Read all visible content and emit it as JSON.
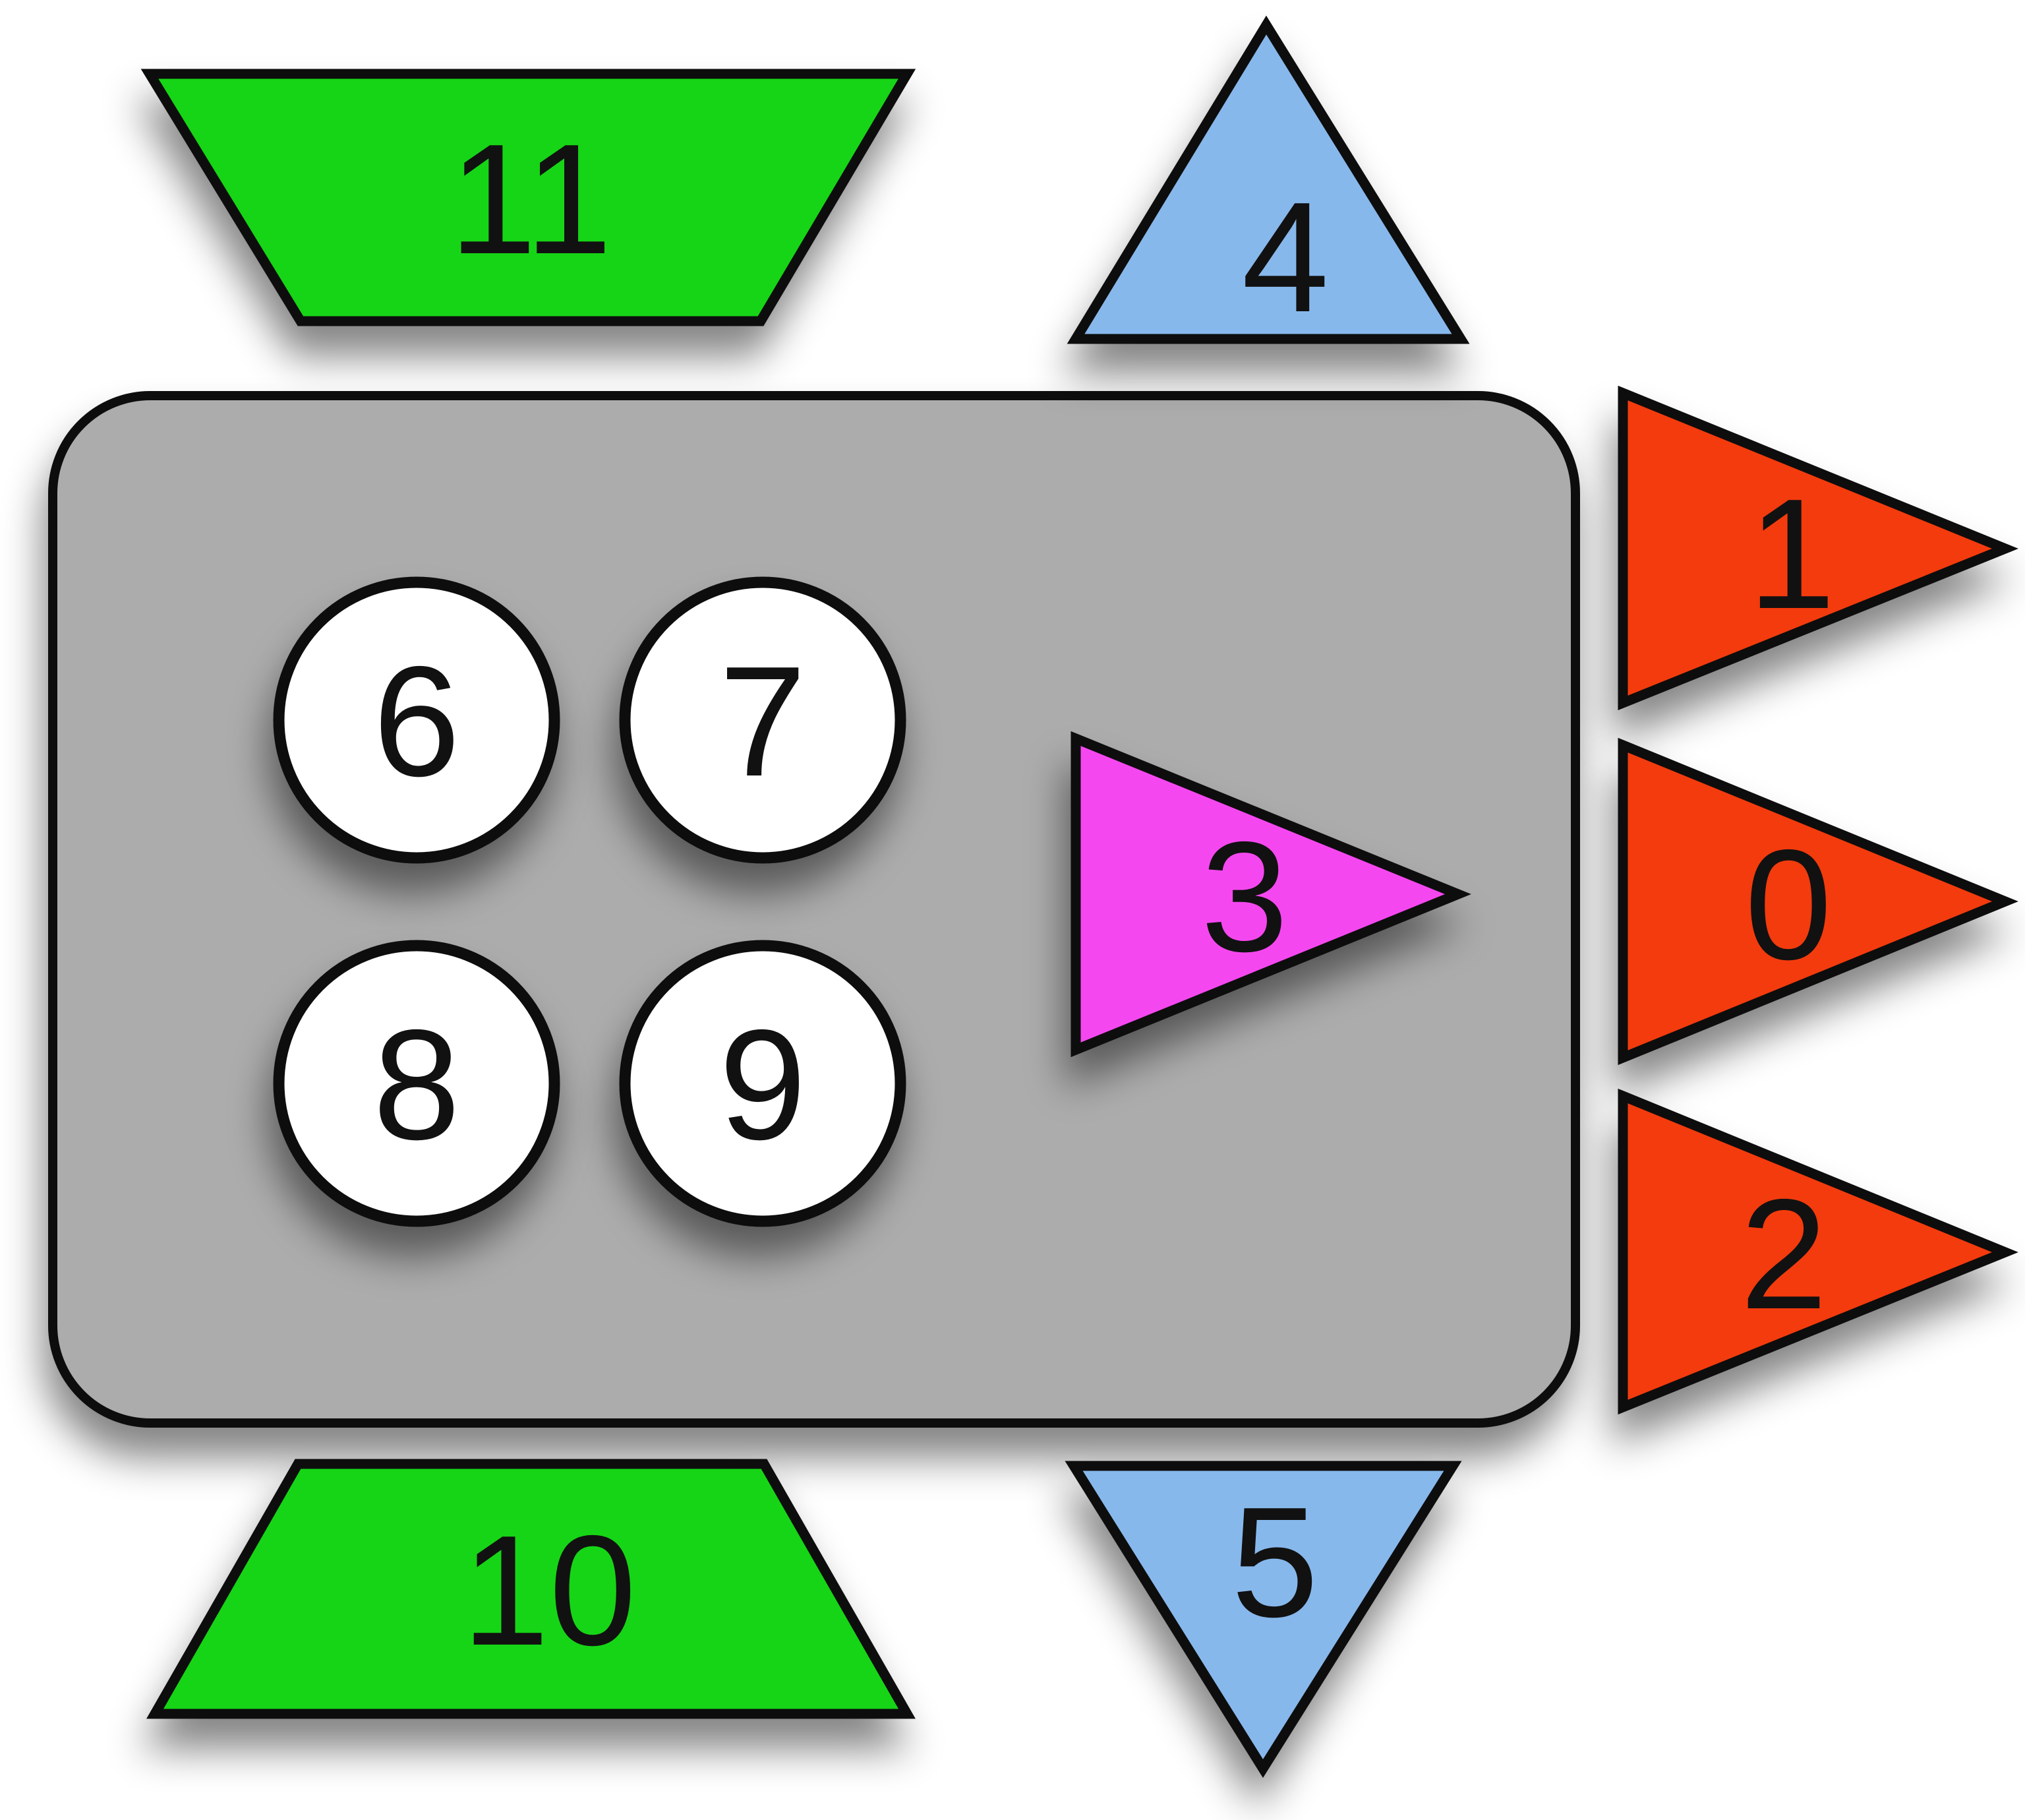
{
  "canvas": {
    "background": "#ffffff",
    "outline_color": "#0a0a0a",
    "label_color": "#111111"
  },
  "shapes": {
    "body_plate": {
      "name": "gray-rounded-body",
      "fill": "#acacac"
    },
    "trapezoid_11": {
      "label": "11",
      "fill": "#18d518"
    },
    "trapezoid_10": {
      "label": "10",
      "fill": "#18d518"
    },
    "triangle_4": {
      "label": "4",
      "fill": "#87b8ec"
    },
    "triangle_5": {
      "label": "5",
      "fill": "#87b8ec"
    },
    "flag_1": {
      "label": "1",
      "fill": "#f33b11"
    },
    "flag_0": {
      "label": "0",
      "fill": "#f33b11"
    },
    "flag_2": {
      "label": "2",
      "fill": "#f33b11"
    },
    "pointer_3": {
      "label": "3",
      "fill": "#f546f0"
    },
    "circle_6": {
      "label": "6",
      "fill": "#ffffff"
    },
    "circle_7": {
      "label": "7",
      "fill": "#ffffff"
    },
    "circle_8": {
      "label": "8",
      "fill": "#ffffff"
    },
    "circle_9": {
      "label": "9",
      "fill": "#ffffff"
    }
  }
}
